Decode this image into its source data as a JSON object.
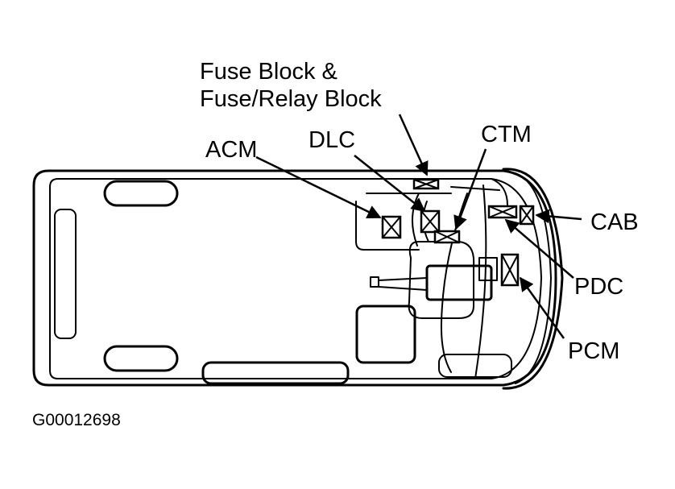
{
  "labels": {
    "fuse_block_line1": "Fuse Block &",
    "fuse_block_line2": "Fuse/Relay Block",
    "acm": "ACM",
    "dlc": "DLC",
    "ctm": "CTM",
    "cab": "CAB",
    "pdc": "PDC",
    "pcm": "PCM"
  },
  "figure_id": "G00012698"
}
